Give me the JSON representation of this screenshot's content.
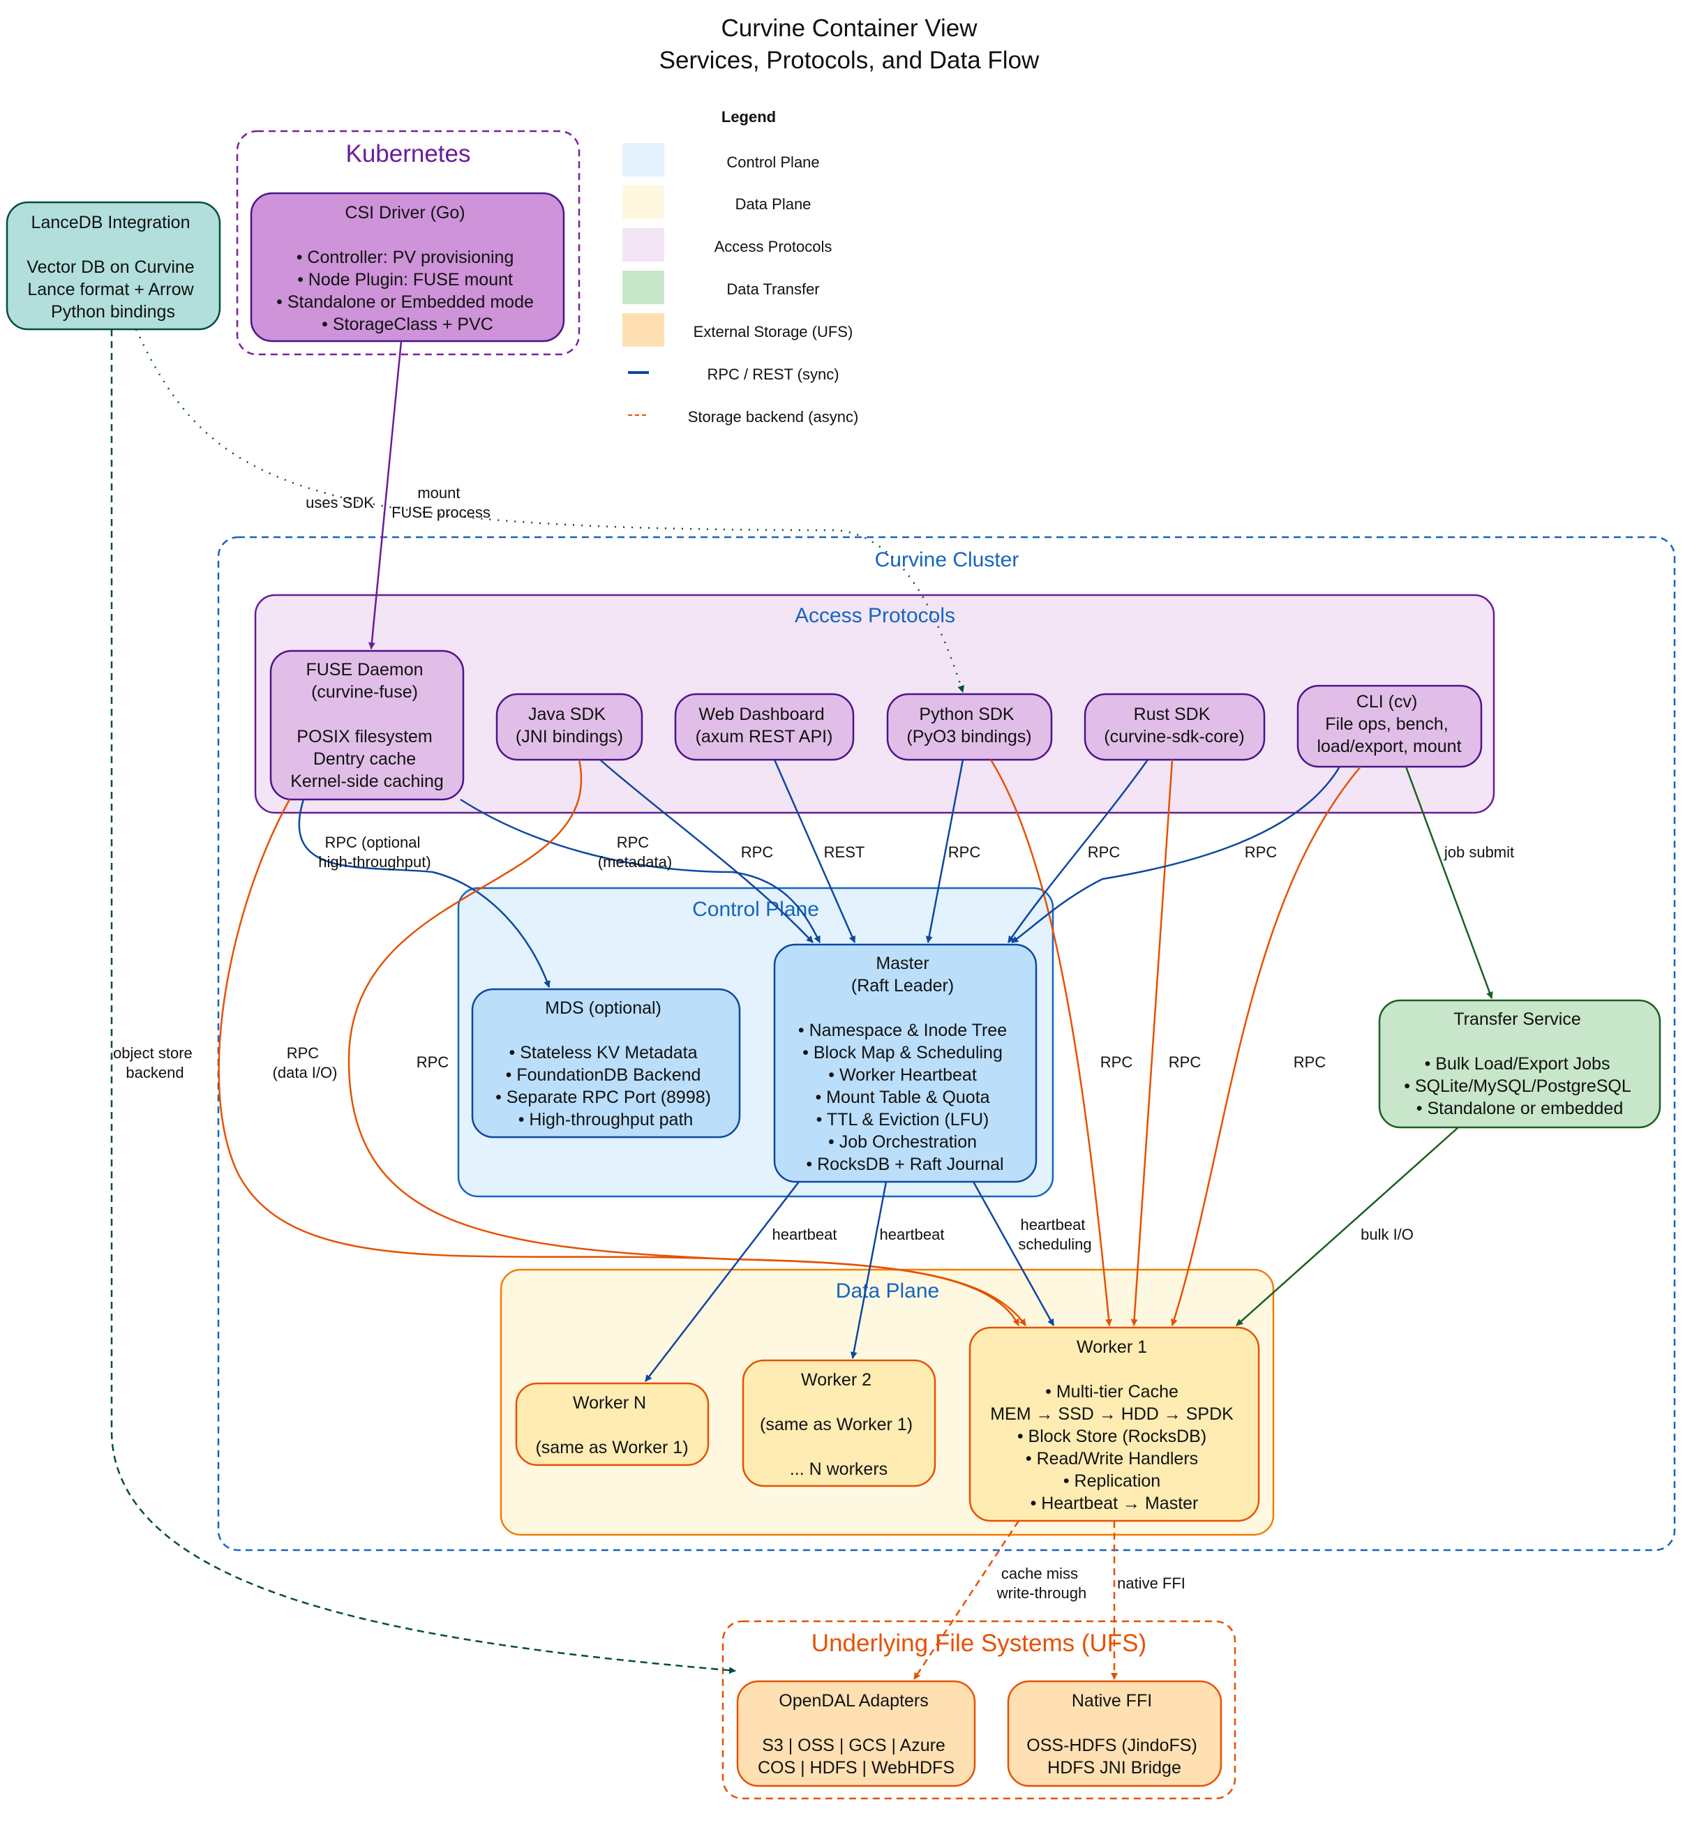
{
  "title": {
    "line1": "Curvine Container View",
    "line2": "Services, Protocols, and Data Flow"
  },
  "legend": {
    "title": "Legend",
    "items": [
      {
        "label": "Control Plane",
        "color": "#e3f2fd"
      },
      {
        "label": "Data Plane",
        "color": "#fff8e1"
      },
      {
        "label": "Access Protocols",
        "color": "#f3e5f5"
      },
      {
        "label": "Data Transfer",
        "color": "#c8e6c9"
      },
      {
        "label": "External Storage (UFS)",
        "color": "#ffe0b2"
      }
    ],
    "lines": [
      {
        "label": "RPC / REST (sync)",
        "color": "#0d47a1",
        "style": "solid"
      },
      {
        "label": "Storage backend (async)",
        "color": "#e65100",
        "style": "dashed"
      }
    ]
  },
  "clusters": {
    "kubernetes": "Kubernetes",
    "curvine": "Curvine Cluster",
    "access": "Access Protocols",
    "control": "Control Plane",
    "data": "Data Plane",
    "ufs": "Underlying File Systems (UFS)"
  },
  "nodes": {
    "lancedb": [
      "LanceDB Integration",
      "",
      "Vector DB on Curvine",
      "Lance format + Arrow",
      "Python bindings"
    ],
    "csi": [
      "CSI Driver (Go)",
      "",
      "• Controller: PV provisioning",
      "• Node Plugin: FUSE mount",
      "• Standalone or Embedded mode",
      "• StorageClass + PVC"
    ],
    "fuse": [
      "FUSE Daemon",
      "(curvine-fuse)",
      "",
      "POSIX filesystem",
      "Dentry cache",
      "Kernel-side caching"
    ],
    "java": [
      "Java SDK",
      "(JNI bindings)"
    ],
    "web": [
      "Web Dashboard",
      "(axum REST API)"
    ],
    "python": [
      "Python SDK",
      "(PyO3 bindings)"
    ],
    "rust": [
      "Rust SDK",
      "(curvine-sdk-core)"
    ],
    "cli": [
      "CLI (cv)",
      "File ops, bench,",
      "load/export, mount"
    ],
    "mds": [
      "MDS (optional)",
      "",
      "• Stateless KV Metadata",
      "• FoundationDB Backend",
      "• Separate RPC Port (8998)",
      "• High-throughput path"
    ],
    "master": [
      "Master",
      "(Raft Leader)",
      "",
      "• Namespace & Inode Tree",
      "• Block Map & Scheduling",
      "• Worker Heartbeat",
      "• Mount Table & Quota",
      "• TTL & Eviction (LFU)",
      "• Job Orchestration",
      "• RocksDB + Raft Journal"
    ],
    "transfer": [
      "Transfer Service",
      "",
      "• Bulk Load/Export Jobs",
      "• SQLite/MySQL/PostgreSQL",
      "• Standalone or embedded"
    ],
    "workerN": [
      "Worker N",
      "",
      "(same as Worker 1)"
    ],
    "worker2": [
      "Worker 2",
      "",
      "(same as Worker 1)",
      "",
      "... N workers"
    ],
    "worker1": [
      "Worker 1",
      "",
      "• Multi-tier Cache",
      "MEM → SSD → HDD → SPDK",
      "• Block Store (RocksDB)",
      "• Read/Write Handlers",
      "• Replication",
      "• Heartbeat → Master"
    ],
    "opendal": [
      "OpenDAL Adapters",
      "",
      "S3 | OSS | GCS | Azure",
      "COS | HDFS | WebHDFS"
    ],
    "nativeffi": [
      "Native FFI",
      "",
      "OSS-HDFS (JindoFS)",
      "HDFS JNI Bridge"
    ]
  },
  "edge_labels": {
    "csi_fuse": [
      "mount",
      "FUSE process"
    ],
    "lance_python": [
      "uses SDK"
    ],
    "lance_ufs": [
      "object store",
      "backend"
    ],
    "fuse_mds": [
      "RPC (optional",
      "high-throughput)"
    ],
    "fuse_master": [
      "RPC",
      "(metadata)"
    ],
    "fuse_worker": [
      "RPC",
      "(data I/O)"
    ],
    "java_worker": [
      "RPC"
    ],
    "java_master": [
      "RPC"
    ],
    "web_master": [
      "REST"
    ],
    "python_master": [
      "RPC"
    ],
    "python_worker": [
      "RPC"
    ],
    "rust_master": [
      "RPC"
    ],
    "rust_worker": [
      "RPC"
    ],
    "cli_master": [
      "RPC"
    ],
    "cli_worker": [
      "RPC"
    ],
    "cli_transfer": [
      "job submit"
    ],
    "hb_workerN": [
      "heartbeat"
    ],
    "hb_worker2": [
      "heartbeat"
    ],
    "hb_worker1": [
      "heartbeat",
      "scheduling"
    ],
    "bulk_io": [
      "bulk I/O"
    ],
    "cache_miss": [
      "cache miss",
      "write-through"
    ],
    "native_ffi": [
      "native FFI"
    ]
  }
}
